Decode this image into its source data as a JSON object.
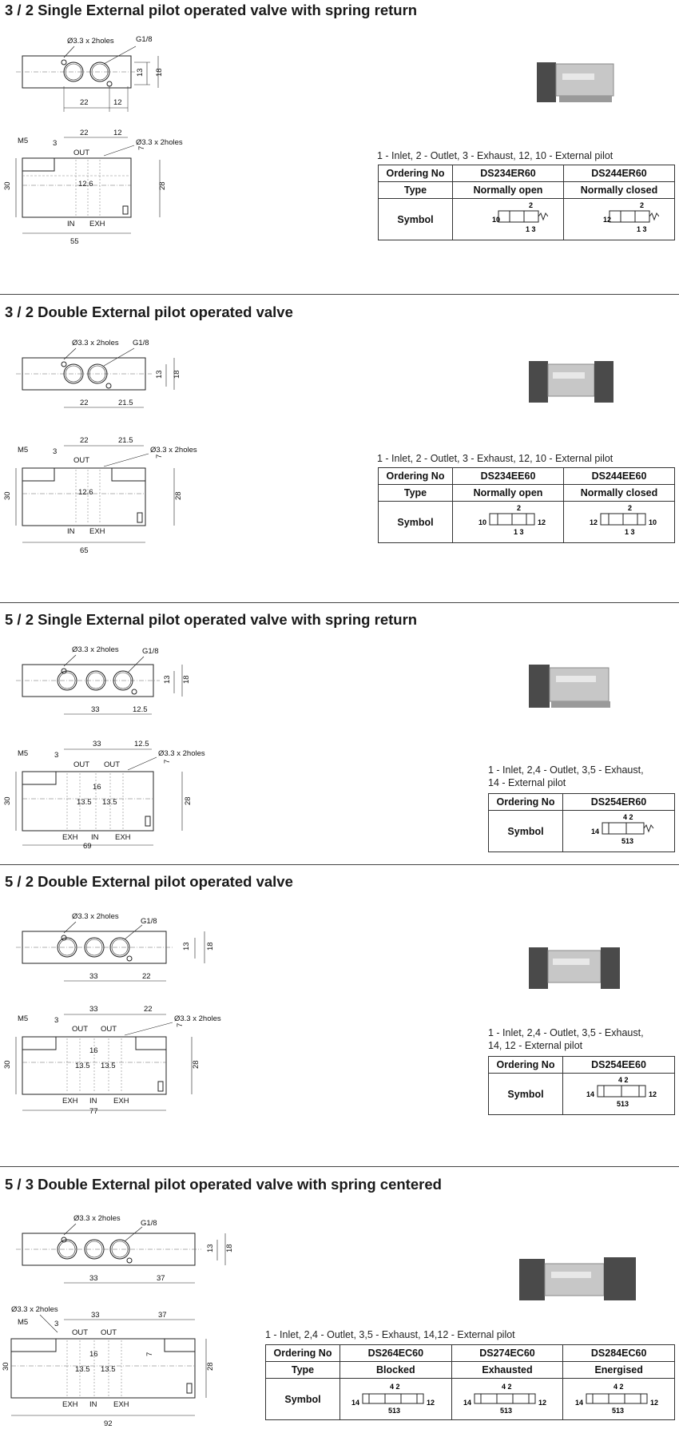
{
  "sections": [
    {
      "title": "3 / 2 Single External pilot operated valve with spring return",
      "top_dims": {
        "hole": "Ø3.3 x 2holes",
        "port": "G1/8",
        "h_in": "13",
        "h_out": "18",
        "d1": "22",
        "d2": "12"
      },
      "side_dims": {
        "m5": "M5",
        "three": "3",
        "d1": "22",
        "d2": "12",
        "hole": "Ø3.3 x 2holes",
        "out1": "OUT",
        "seven": "7",
        "h30": "30",
        "h28": "28",
        "c": "12.6",
        "p1": "IN",
        "p2": "EXH",
        "width": "55"
      },
      "legend": [
        "1 - Inlet,     2 - Outlet,     3 - Exhaust,     12, 10 - External pilot"
      ],
      "table": {
        "ordering_label": "Ordering No",
        "type_label": "Type",
        "symbol_label": "Symbol",
        "models": [
          "DS234ER60",
          "DS244ER60"
        ],
        "types": [
          "Normally open",
          "Normally closed"
        ],
        "sym": [
          {
            "left": "10",
            "right": "",
            "top": "2",
            "bottom": "1 3"
          },
          {
            "left": "12",
            "right": "",
            "top": "2",
            "bottom": "1 3"
          }
        ]
      }
    },
    {
      "title": "3 / 2 Double External pilot operated valve",
      "top_dims": {
        "hole": "Ø3.3 x 2holes",
        "port": "G1/8",
        "h_in": "13",
        "h_out": "18",
        "d1": "22",
        "d2": "21.5"
      },
      "side_dims": {
        "m5": "M5",
        "three": "3",
        "d1": "22",
        "d2": "21.5",
        "hole": "Ø3.3 x 2holes",
        "out1": "OUT",
        "seven": "7",
        "h30": "30",
        "h28": "28",
        "c": "12.6",
        "p1": "IN",
        "p2": "EXH",
        "width": "65"
      },
      "legend": [
        "1 - Inlet,     2 - Outlet,     3 - Exhaust,     12, 10 - External pilot"
      ],
      "table": {
        "ordering_label": "Ordering No",
        "type_label": "Type",
        "symbol_label": "Symbol",
        "models": [
          "DS234EE60",
          "DS244EE60"
        ],
        "types": [
          "Normally open",
          "Normally closed"
        ],
        "sym": [
          {
            "left": "10",
            "right": "12",
            "top": "2",
            "bottom": "1 3"
          },
          {
            "left": "12",
            "right": "10",
            "top": "2",
            "bottom": "1 3"
          }
        ]
      }
    },
    {
      "title": "5 / 2 Single External pilot operated valve with spring return",
      "top_dims": {
        "hole": "Ø3.3 x 2holes",
        "port": "G1/8",
        "h_in": "13",
        "h_out": "18",
        "d1": "33",
        "d2": "12.5"
      },
      "side_dims": {
        "m5": "M5",
        "three": "3",
        "d1": "33",
        "d2": "12.5",
        "hole": "Ø3.3 x 2holes",
        "out1": "OUT",
        "out2": "OUT",
        "seven": "7",
        "h30": "30",
        "h28": "28",
        "c": "16",
        "a": "13.5",
        "b": "13.5",
        "p0": "EXH",
        "p1": "IN",
        "p2": "EXH",
        "width": "69"
      },
      "legend": [
        "1 - Inlet,     2,4 - Outlet,     3,5 - Exhaust,",
        "14 - External pilot"
      ],
      "table": {
        "ordering_label": "Ordering No",
        "symbol_label": "Symbol",
        "models": [
          "DS254ER60"
        ],
        "sym": [
          {
            "left": "14",
            "right": "",
            "top": "4 2",
            "bottom": "513"
          }
        ]
      }
    },
    {
      "title": "5 / 2 Double External pilot operated valve",
      "top_dims": {
        "hole": "Ø3.3 x 2holes",
        "port": "G1/8",
        "h_in": "13",
        "h_out": "18",
        "d1": "33",
        "d2": "22"
      },
      "side_dims": {
        "m5": "M5",
        "three": "3",
        "d1": "33",
        "d2": "22",
        "hole": "Ø3.3 x 2holes",
        "out1": "OUT",
        "out2": "OUT",
        "seven": "7",
        "h30": "30",
        "h28": "28",
        "c": "16",
        "a": "13.5",
        "b": "13.5",
        "p0": "EXH",
        "p1": "IN",
        "p2": "EXH",
        "width": "77"
      },
      "legend": [
        "1 - Inlet,     2,4 - Outlet,     3,5 - Exhaust,",
        "14, 12 - External pilot"
      ],
      "table": {
        "ordering_label": "Ordering No",
        "symbol_label": "Symbol",
        "models": [
          "DS254EE60"
        ],
        "sym": [
          {
            "left": "14",
            "right": "12",
            "top": "4 2",
            "bottom": "513"
          }
        ]
      }
    },
    {
      "title": "5 / 3 Double External pilot operated valve with spring centered",
      "top_dims": {
        "hole": "Ø3.3 x 2holes",
        "port": "G1/8",
        "h_in": "13",
        "h_out": "18",
        "d1": "33",
        "d2": "37"
      },
      "side_dims": {
        "m5": "M5",
        "three": "3",
        "d1": "33",
        "d2": "37",
        "hole": "Ø3.3 x 2holes",
        "out1": "OUT",
        "out2": "OUT",
        "seven": "7",
        "h30": "30",
        "h28": "28",
        "c": "16",
        "a": "13.5",
        "b": "13.5",
        "p0": "EXH",
        "p1": "IN",
        "p2": "EXH",
        "width": "92"
      },
      "legend": [
        "1 - Inlet,     2,4 - Outlet,     3,5 - Exhaust,     14,12 - External pilot"
      ],
      "table": {
        "ordering_label": "Ordering No",
        "type_label": "Type",
        "symbol_label": "Symbol",
        "models": [
          "DS264EC60",
          "DS274EC60",
          "DS284EC60"
        ],
        "types": [
          "Blocked",
          "Exhausted",
          "Energised"
        ],
        "sym": [
          {
            "left": "14",
            "right": "12",
            "top": "4 2",
            "bottom": "513"
          },
          {
            "left": "14",
            "right": "12",
            "top": "4 2",
            "bottom": "513"
          },
          {
            "left": "14",
            "right": "12",
            "top": "4 2",
            "bottom": "513"
          }
        ]
      }
    }
  ]
}
